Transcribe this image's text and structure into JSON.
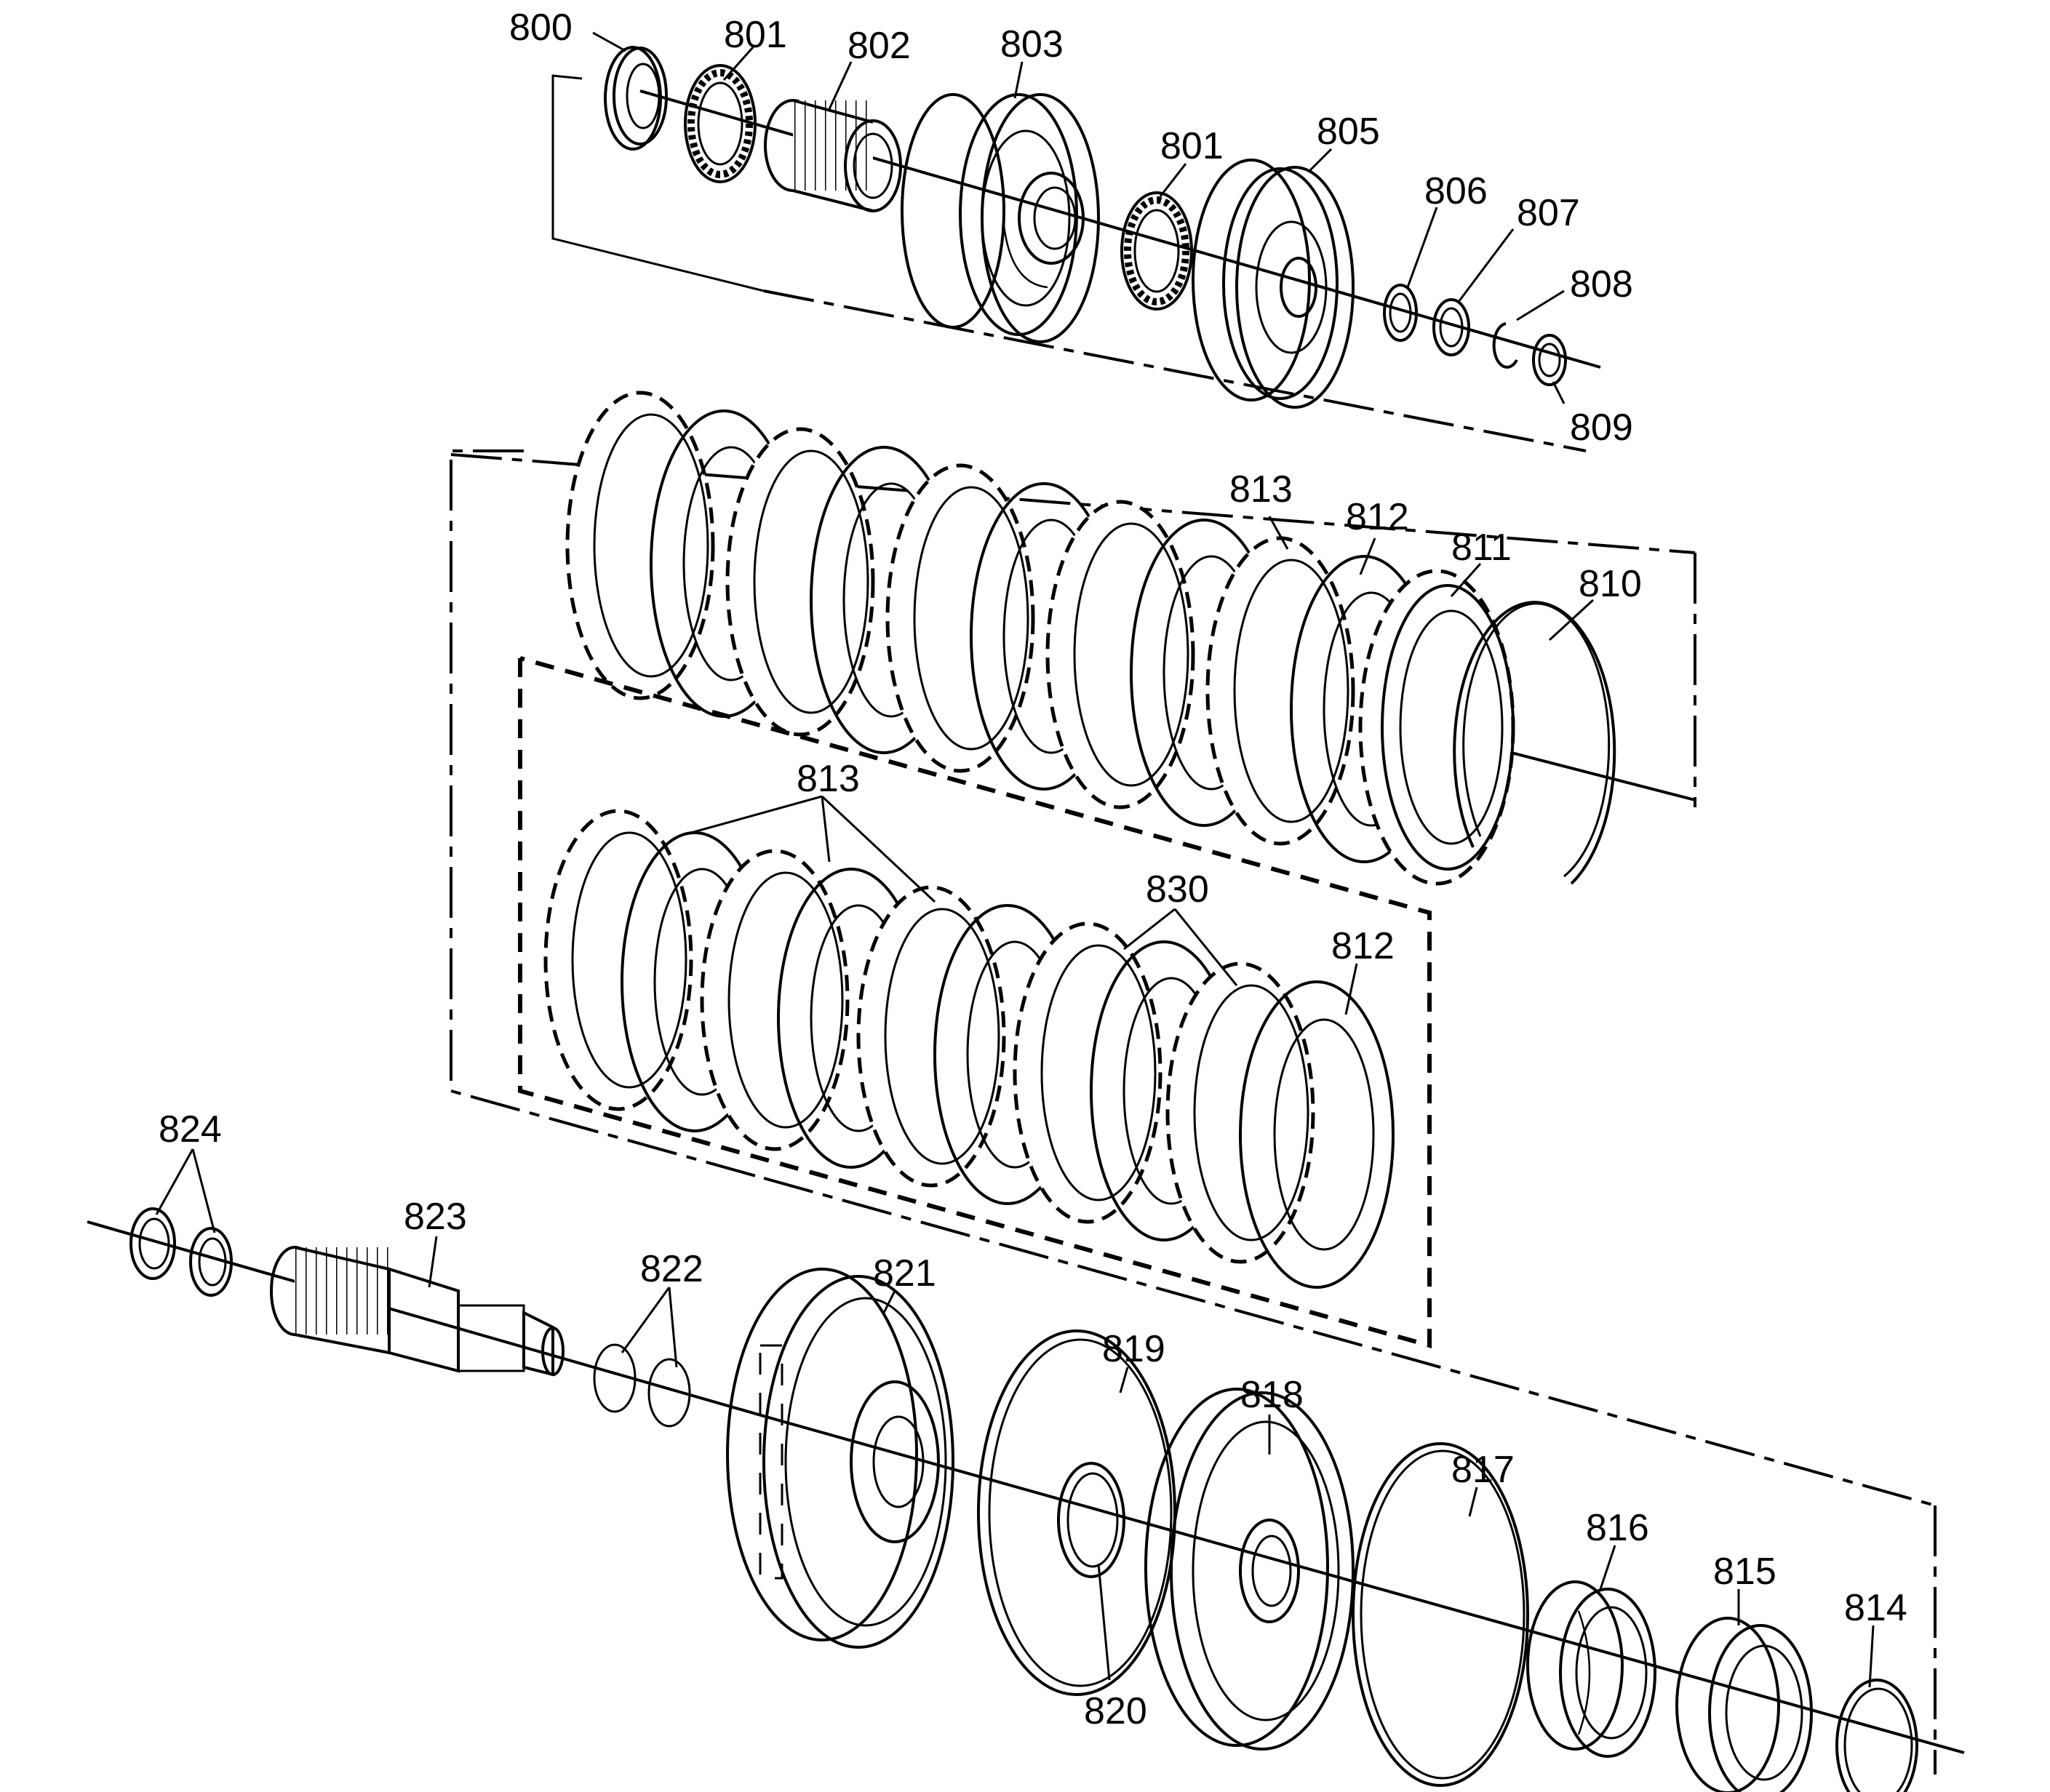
{
  "labels": {
    "l800": "800",
    "l801a": "801",
    "l802": "802",
    "l803": "803",
    "l801b": "801",
    "l805": "805",
    "l806": "806",
    "l807": "807",
    "l808": "808",
    "l809": "809",
    "l813a": "813",
    "l812a": "812",
    "l811": "811",
    "l810": "810",
    "l813b": "813",
    "l830": "830",
    "l812b": "812",
    "l824": "824",
    "l823": "823",
    "l822": "822",
    "l821": "821",
    "l819": "819",
    "l818": "818",
    "l817": "817",
    "l816": "816",
    "l815": "815",
    "l814": "814",
    "l820": "820"
  }
}
